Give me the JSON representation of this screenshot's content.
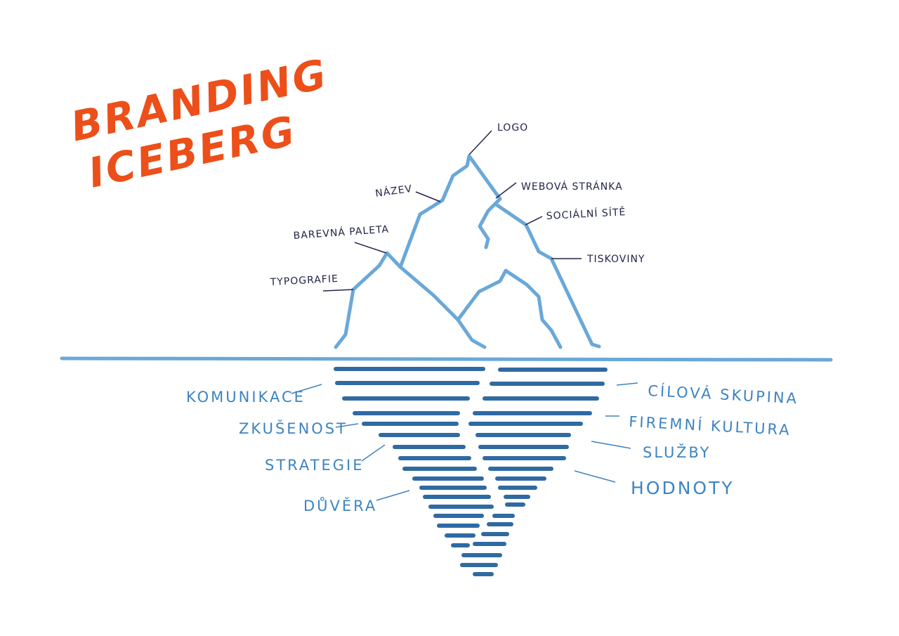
{
  "title": {
    "line1": "BRANDING",
    "line2": "ICEBERG"
  },
  "colors": {
    "title": "#ec4f19",
    "iceberg_outline": "#6aa8d8",
    "water_line": "#6aa8d8",
    "underwater_stripes": "#2f6aa2",
    "tip_text": "#22254a",
    "deep_text": "#3d84c2"
  },
  "above_water": {
    "logo": "LOGO",
    "nazev": "NÁZEV",
    "webova_stranka": "WEBOVÁ STRÁNKA",
    "barevna_paleta": "BAREVNÁ PALETA",
    "socialni_site": "SOCIÁLNÍ SÍTĚ",
    "tiskoviny": "TISKOVINY",
    "typografie": "TYPOGRAFIE"
  },
  "below_water": {
    "komunikace": "KOMUNIKACE",
    "zkusenost": "ZKUŠENOST",
    "strategie": "STRATEGIE",
    "duvera": "DŮVĚRA",
    "cilova_skupina": "CÍLOVÁ SKUPINA",
    "firemni_kultura": "FIREMNÍ KULTURA",
    "sluzby": "SLUŽBY",
    "hodnoty": "HODNOTY"
  }
}
